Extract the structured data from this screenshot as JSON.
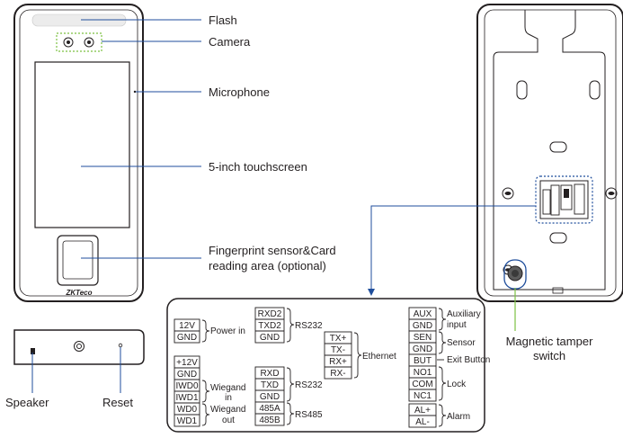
{
  "colors": {
    "callout_line": "#1f4e9c",
    "camera_highlight": "#7cc142",
    "tamper_line": "#7cc142",
    "outline": "#231f20"
  },
  "front_labels": {
    "flash": "Flash",
    "camera": "Camera",
    "microphone": "Microphone",
    "touchscreen": "5-inch touchscreen",
    "fingerprint_line1": "Fingerprint sensor&Card",
    "fingerprint_line2": "reading area (optional)"
  },
  "logo": "ZKTeco",
  "bottom_labels": {
    "speaker": "Speaker",
    "reset": "Reset"
  },
  "rear_labels": {
    "tamper_line1": "Magnetic tamper",
    "tamper_line2": "switch"
  },
  "wiring": {
    "power": {
      "pins": [
        "12V",
        "GND"
      ],
      "label": "Power in"
    },
    "wiegand": {
      "pins": [
        "+12V",
        "GND",
        "IWD0",
        "IWD1",
        "WD0",
        "WD1"
      ],
      "label_in_1": "Wiegand",
      "label_in_2": "in",
      "label_out_1": "Wiegand",
      "label_out_2": "out"
    },
    "rs232_a": {
      "pins": [
        "RXD2",
        "TXD2",
        "GND"
      ],
      "label": "RS232"
    },
    "rs232_b": {
      "pins": [
        "RXD",
        "TXD",
        "GND"
      ],
      "label": "RS232"
    },
    "rs485": {
      "pins": [
        "485A",
        "485B"
      ],
      "label": "RS485"
    },
    "ethernet": {
      "pins": [
        "TX+",
        "TX-",
        "RX+",
        "RX-"
      ],
      "label": "Ethernet"
    },
    "aux": {
      "pins": [
        "AUX",
        "GND"
      ],
      "label_1": "Auxiliary",
      "label_2": "input"
    },
    "sensor": {
      "pins": [
        "SEN",
        "GND"
      ],
      "label": "Sensor"
    },
    "exit": {
      "pins": [
        "BUT"
      ],
      "label": "Exit Button"
    },
    "lock": {
      "pins": [
        "NO1",
        "COM",
        "NC1"
      ],
      "label": "Lock"
    },
    "alarm": {
      "pins": [
        "AL+",
        "AL-"
      ],
      "label": "Alarm"
    }
  }
}
